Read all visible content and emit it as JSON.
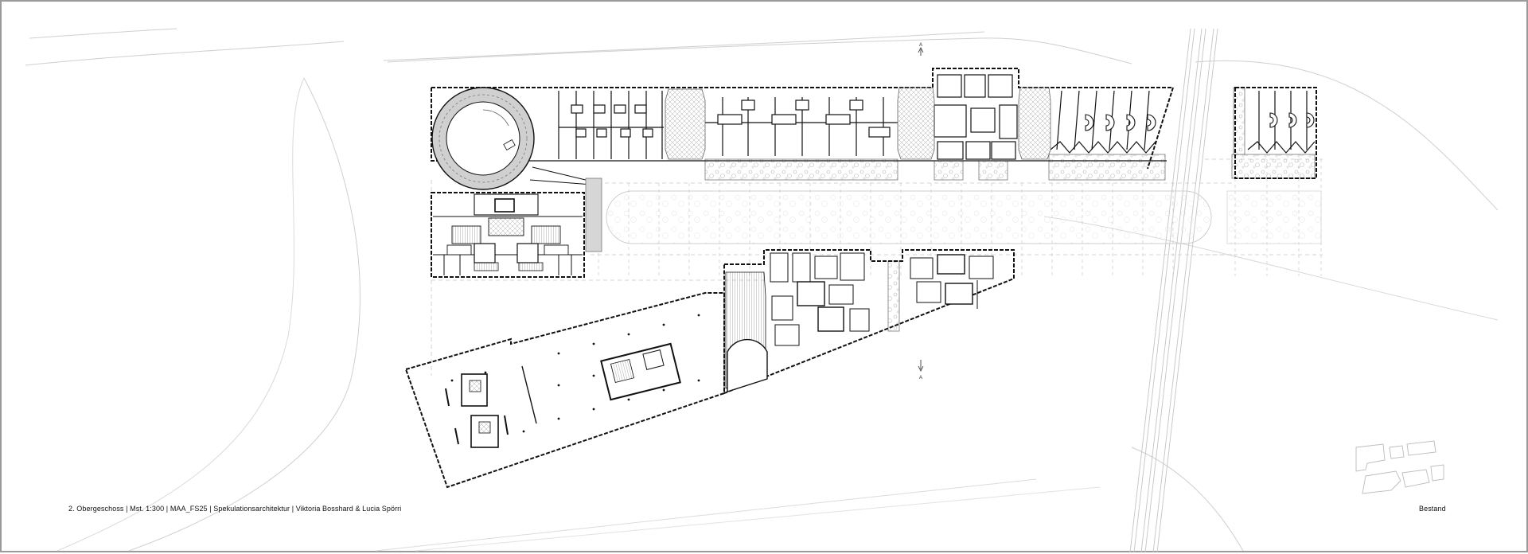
{
  "sheet": {
    "caption": "2. Obergeschoss | Mst. 1:300 | MAA_FS25 | Spekulationsarchitektur | Viktoria Bosshard & Lucia Spörri",
    "bestand_label": "Bestand",
    "section_marker_label": "A"
  },
  "colors": {
    "wall": "#111111",
    "context_line": "#cfcfcf",
    "ghost_line": "#bdbdbd",
    "ramp_fill": "#d0d0d0",
    "hatch": "#888888",
    "frame": "#9a9a9a"
  }
}
